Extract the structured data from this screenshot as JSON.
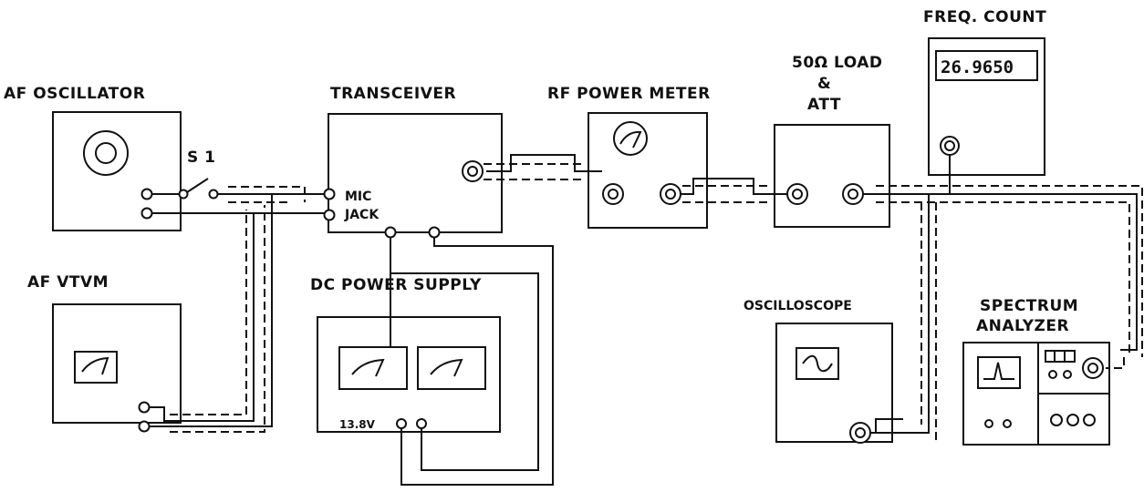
{
  "labels": {
    "af_oscillator": "AF OSCILLATOR",
    "switch": "S 1",
    "transceiver": "TRANSCEIVER",
    "mic": "MIC",
    "jack": "JACK",
    "rf_power_meter": "RF POWER METER",
    "load_line1": "50Ω LOAD",
    "load_line2": "&",
    "load_line3": "ATT",
    "freq_count": "FREQ. COUNT",
    "freq_readout": "26.9650",
    "af_vtvm": "AF VTVM",
    "dc_power_supply": "DC POWER SUPPLY",
    "voltage": "13.8V",
    "oscilloscope": "OSCILLOSCOPE",
    "spectrum_line1": "SPECTRUM",
    "spectrum_line2": "ANALYZER"
  },
  "colors": {
    "ink": "#111111",
    "paper": "#ffffff"
  }
}
